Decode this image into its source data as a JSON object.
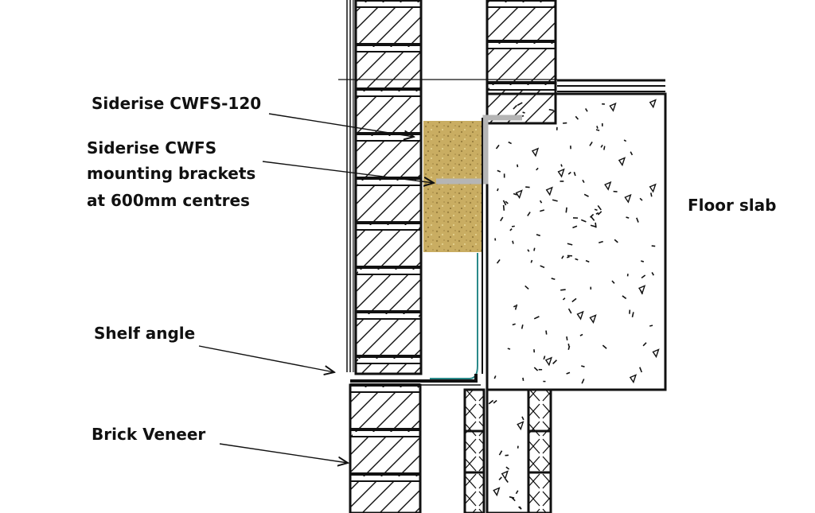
{
  "labels": {
    "cwfs": "Siderise CWFS-120",
    "brackets_line1": "Siderise CWFS",
    "brackets_line2": "mounting brackets",
    "brackets_line3": "at 600mm centres",
    "shelf_angle": "Shelf angle",
    "brick_veneer": "Brick Veneer",
    "floor_slab": "Floor slab"
  },
  "colors": {
    "ink": "#111111",
    "firestop": "#c9ad62",
    "bracket": "#b5b5b5",
    "flashing": "#2a8a8a"
  }
}
